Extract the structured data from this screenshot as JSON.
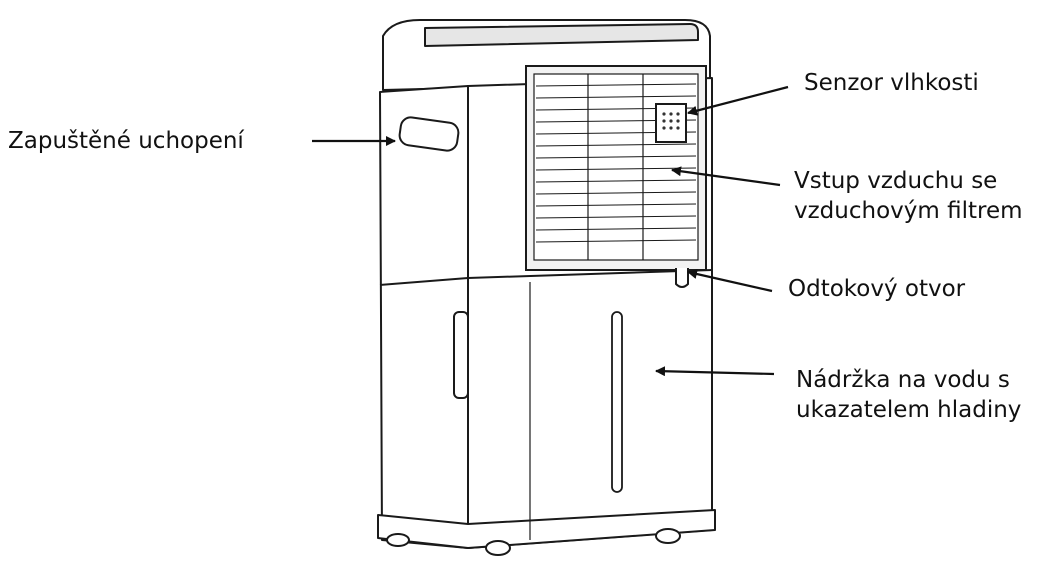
{
  "labels": {
    "handle": "Zapuštěné uchopení",
    "sensor": "Senzor vlhkosti",
    "intake_line1": "Vstup vzduchu se",
    "intake_line2": "vzduchovým filtrem",
    "drain": "Odtokový otvor",
    "tank_line1": "Nádržka na vodu s",
    "tank_line2": "ukazatelem hladiny"
  },
  "colors": {
    "text": "#111111",
    "outline": "#1a1a1a",
    "body": "#ffffff",
    "grille_fill": "#f2f2f2"
  }
}
